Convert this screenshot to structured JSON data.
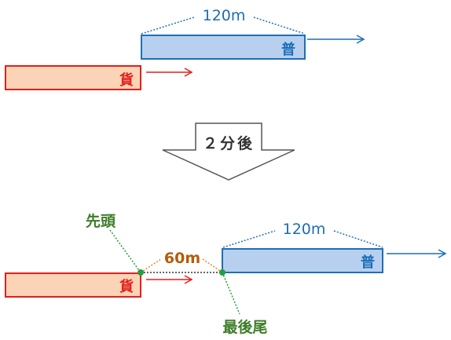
{
  "top": {
    "length_label": "120m",
    "futsu_label": "普",
    "kamotsu_label": "貨"
  },
  "transition": {
    "label": "２分後"
  },
  "bottom": {
    "length_label": "120m",
    "futsu_label": "普",
    "kamotsu_label": "貨",
    "gap_label": "60m",
    "front_label": "先頭",
    "rear_label": "最後尾"
  },
  "colors": {
    "futsu_fill": "#b8d0ef",
    "futsu_stroke": "#1f6fb4",
    "kamotsu_fill": "#fbd3b6",
    "kamotsu_stroke": "#e0201c",
    "futsu_text": "#1b6db8",
    "kamotsu_text": "#e0201c",
    "gap_text": "#b25d0c",
    "green_label": "#3e7d2a",
    "point": "#20a040"
  }
}
